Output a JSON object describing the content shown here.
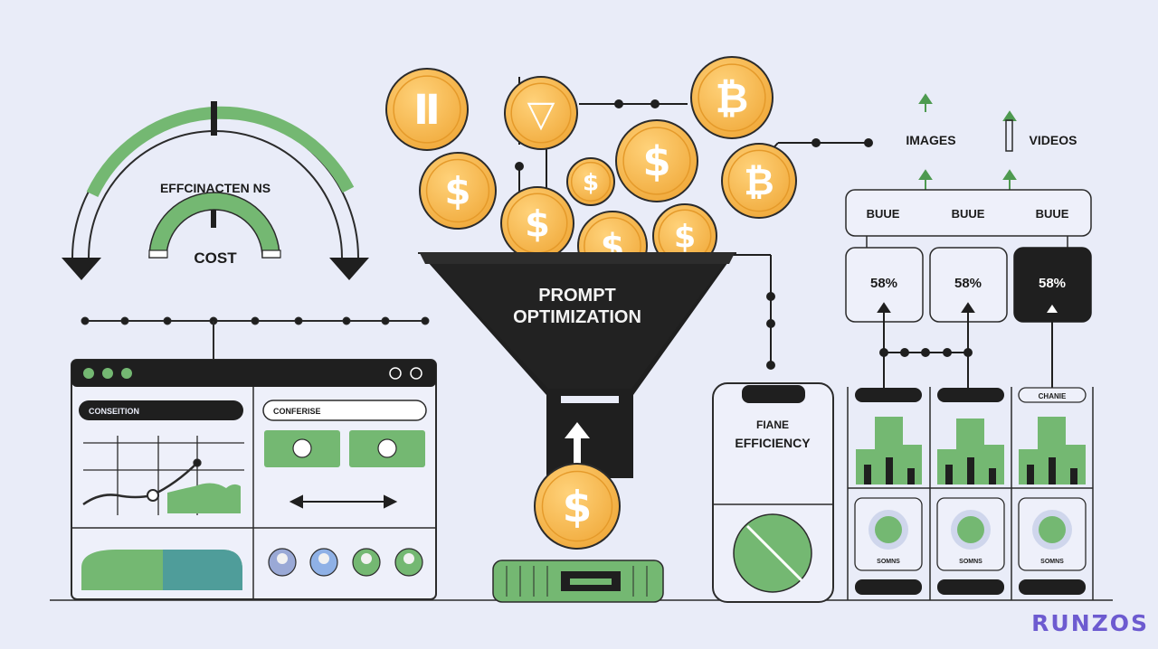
{
  "gauge": {
    "title": "EFFCINACTEN NS",
    "label": "COST"
  },
  "funnel": {
    "line1": "PROMPT",
    "line2": "OPTIMIZATION"
  },
  "coins": {
    "symbols": [
      "Ⅱ",
      "▽",
      "₿",
      "$",
      "$",
      "$",
      "$",
      "₿",
      "$",
      "$",
      "$",
      "$"
    ]
  },
  "left_panel": {
    "search_label": "CONSEITION",
    "right_field": "CONFERISE"
  },
  "phone": {
    "line1": "FIANE",
    "line2": "EFFICIENCY"
  },
  "outputs": {
    "images": "IMAGES",
    "videos": "VIDEOS",
    "bars": [
      "BUUE",
      "BUUE",
      "BUUE"
    ],
    "percents": [
      "58%",
      "58%",
      "58%"
    ],
    "column3_tag": "CHANIE",
    "badge_labels": [
      "SOMNS",
      "SOMNS",
      "SOMNS"
    ]
  },
  "brand": {
    "logo": "RUNZOS"
  },
  "colors": {
    "background": "#e9ecf8",
    "green": "#74b872",
    "dark": "#1f1f1f",
    "coin": "#f2b541",
    "accent": "#6d5bd0"
  }
}
